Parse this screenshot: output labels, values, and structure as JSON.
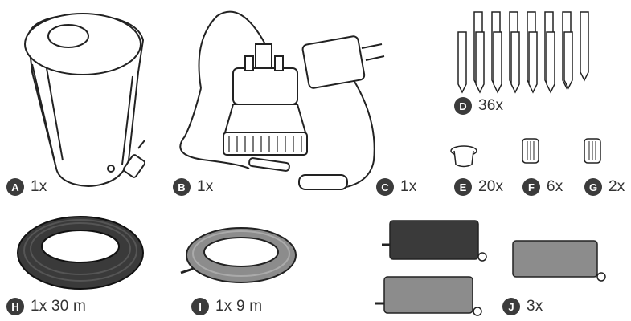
{
  "items": [
    {
      "letter": "A",
      "quantity": "1x",
      "icon": "water-tank-icon"
    },
    {
      "letter": "B",
      "quantity": "1x",
      "icon": "submersible-pump-icon"
    },
    {
      "letter": "C",
      "quantity": "1x",
      "icon": "power-adapter-icon"
    },
    {
      "letter": "D",
      "quantity": "36x",
      "icon": "ground-stakes-icon"
    },
    {
      "letter": "E",
      "quantity": "20x",
      "icon": "stopper-cap-icon"
    },
    {
      "letter": "F",
      "quantity": "6x",
      "icon": "connector-icon"
    },
    {
      "letter": "G",
      "quantity": "2x",
      "icon": "connector-icon"
    },
    {
      "letter": "H",
      "quantity": "1x 30 m",
      "icon": "black-hose-coil-icon"
    },
    {
      "letter": "I",
      "quantity": "1x 9 m",
      "icon": "grey-hose-coil-icon"
    },
    {
      "letter": "J",
      "quantity": "3x",
      "icon": "distributor-block-icon"
    }
  ],
  "colors": {
    "badge": "#3b3b3b",
    "line": "#222222",
    "dark_part": "#3a3a3a",
    "grey_part": "#8c8c8c"
  }
}
